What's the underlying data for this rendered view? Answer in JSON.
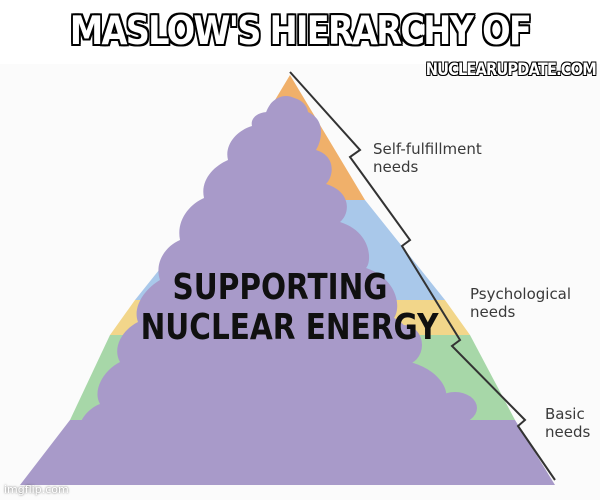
{
  "meme": {
    "title": "MASLOW'S HIERARCHY OF NEEDS",
    "watermark": "NUCLEARUPDATE.COM",
    "overlay_lines": [
      "SUPPORTING",
      "NUCLEAR ENERGY"
    ],
    "credit": "imgflip.com"
  },
  "pyramid": {
    "labels": [
      {
        "text": "Self-fulfillment\nneeds"
      },
      {
        "text": "Psychological\nneeds"
      },
      {
        "text": "Basic\nneeds"
      }
    ],
    "colors": {
      "top": "#f0b06a",
      "esteem_blue": "#a9c8ea",
      "safety_yellow": "#f2d68a",
      "physio_green": "#a7d7a8",
      "blob": "#a89ac9",
      "bracket": "#333333"
    }
  }
}
